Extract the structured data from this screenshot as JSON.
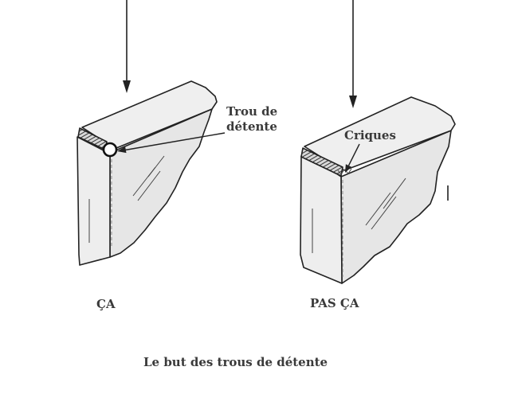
{
  "diagram": {
    "callout_hole_line1": "Trou de",
    "callout_hole_line2": "détente",
    "callout_cracks": "Criques",
    "label_good": "ÇA",
    "label_bad": "PAS ÇA",
    "caption": "Le but des trous de détente"
  }
}
